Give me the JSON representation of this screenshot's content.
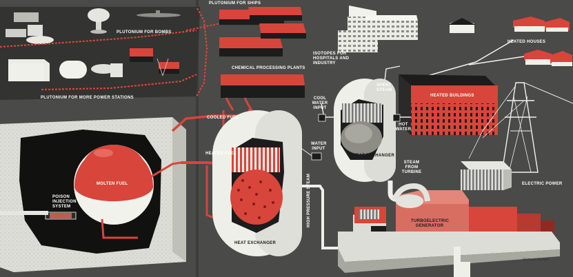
{
  "labels": {
    "plutonium_ships": "PLUTONIUM FOR SHIPS",
    "plutonium_bombs": "PLUTONIUM FOR BOMBS",
    "plutonium_power": "PLUTONIUM FOR MORE POWER STATIONS",
    "isotopes": "ISOTOPES FOR HOSPITALS AND INDUSTRY",
    "chem_plants": "CHEMICAL PROCESSING PLANTS",
    "heated_houses": "HEATED HOUSES",
    "spent_steam": "SPENT STEAM",
    "heated_buildings": "HEATED BUILDINGS",
    "cool_water": "COOL WATER INPUT",
    "hot_water": "HOT WATER",
    "cooled_fuel": "COOLED FUEL",
    "heated_fuel": "HEATED FUEL",
    "water_input": "WATER INPUT",
    "heat_exchanger_small": "HEAT EXCHANGER",
    "steam_turbine": "STEAM FROM TURBINE",
    "electric_power": "ELECTRIC POWER",
    "molten_fuel": "MOLTEN FUEL",
    "poison": "POISON INJECTION SYSTEM",
    "high_pressure": "HIGH PRESSURE STEAM",
    "heat_exchanger_big": "HEAT EXCHANGER",
    "generator": "TURBOELECTRIC GENERATOR",
    "signature": "Helmut Pursell"
  },
  "colors": {
    "background": "#4a4a48",
    "red": "#d8453a",
    "white": "#eeeeea",
    "dark": "#1c1c1c",
    "concrete": "#dadbd4"
  }
}
